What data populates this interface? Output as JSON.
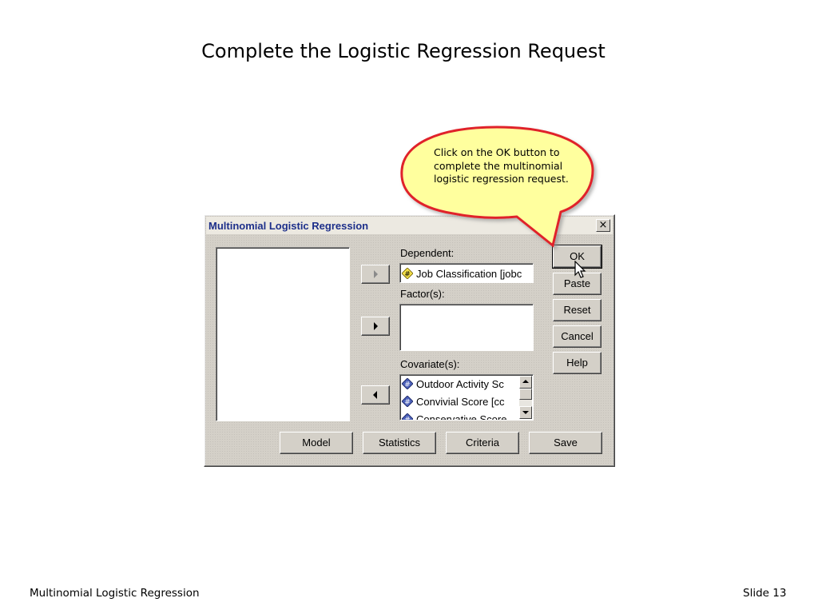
{
  "slide": {
    "title": "Complete the Logistic Regression Request",
    "footer_left": "Multinomial Logistic Regression",
    "footer_right": "Slide 13"
  },
  "callout": {
    "text": "Click on the OK button to complete the multinomial logistic regression request."
  },
  "dialog": {
    "title": "Multinomial Logistic Regression",
    "close_label": "×",
    "dependent_label": "Dependent:",
    "dependent_value": "Job Classification [jobc",
    "factors_label": "Factor(s):",
    "covariates_label": "Covariate(s):",
    "covariates": [
      "Outdoor Activity Sc",
      "Convivial Score [cc",
      "Conservative Score"
    ],
    "side_buttons": {
      "ok": "OK",
      "paste": "Paste",
      "reset": "Reset",
      "cancel": "Cancel",
      "help": "Help"
    },
    "bottom_buttons": {
      "model": "Model",
      "statistics": "Statistics",
      "criteria": "Criteria",
      "save": "Save"
    }
  },
  "colors": {
    "dialog_bg": "#d4d0c8",
    "title_text": "#1d2f8a",
    "callout_fill": "#ffff9e",
    "callout_border": "#e0202a"
  },
  "icons": {
    "variable": "numeric-variable-diamond-icon",
    "cursor": "mouse-pointer-icon"
  }
}
